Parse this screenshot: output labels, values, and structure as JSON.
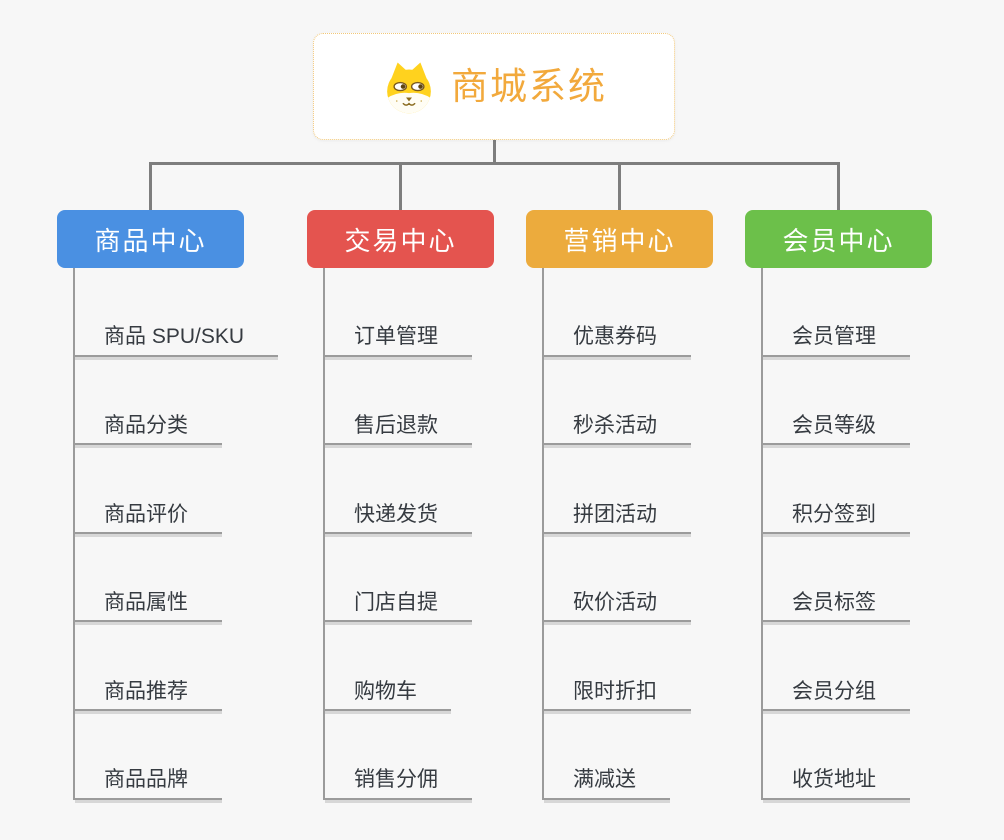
{
  "root": {
    "title": "商城系统",
    "icon": "dog-face-icon"
  },
  "branches": [
    {
      "label": "商品中心",
      "color": "#4a90e2",
      "items": [
        "商品 SPU/SKU",
        "商品分类",
        "商品评价",
        "商品属性",
        "商品推荐",
        "商品品牌"
      ]
    },
    {
      "label": "交易中心",
      "color": "#e4544f",
      "items": [
        "订单管理",
        "售后退款",
        "快递发货",
        "门店自提",
        "购物车",
        "销售分佣"
      ]
    },
    {
      "label": "营销中心",
      "color": "#ecab3d",
      "items": [
        "优惠券码",
        "秒杀活动",
        "拼团活动",
        "砍价活动",
        "限时折扣",
        "满减送"
      ]
    },
    {
      "label": "会员中心",
      "color": "#6cc04a",
      "items": [
        "会员管理",
        "会员等级",
        "积分签到",
        "会员标签",
        "会员分组",
        "收货地址"
      ]
    }
  ],
  "palette": {
    "background": "#f7f7f7",
    "connector": "#7e7e7e",
    "leaf_line": "#9b9b9b",
    "leaf_text": "#363b41",
    "root_accent": "#f2a93c",
    "root_border": "#f2c879",
    "icon_yellow": "#ffd21e",
    "icon_muzzle": "#fffdf4",
    "icon_brown": "#8a6b1f"
  }
}
